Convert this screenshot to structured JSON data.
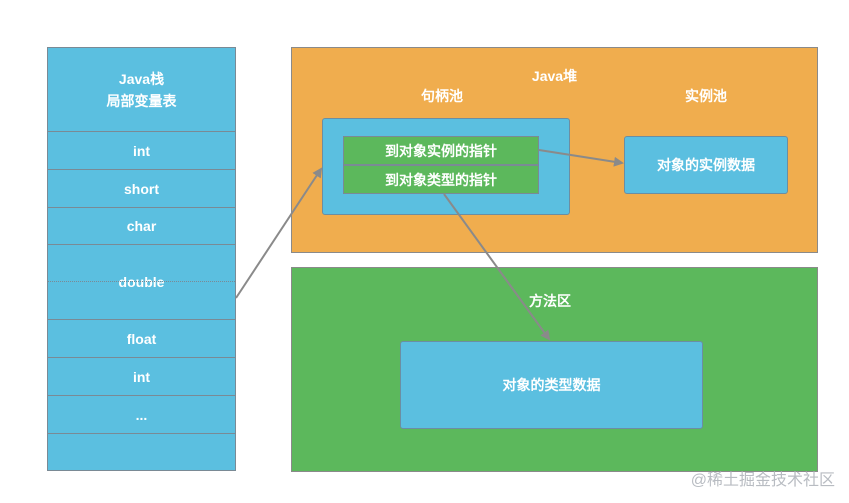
{
  "stack": {
    "title_line1": "Java栈",
    "title_line2": "局部变量表",
    "slots": [
      "int",
      "short",
      "char",
      "double",
      "float",
      "int",
      "..."
    ]
  },
  "heap": {
    "title": "Java堆",
    "handle_pool_label": "句柄池",
    "instance_pool_label": "实例池",
    "pointer_instance": "到对象实例的指针",
    "pointer_type": "到对象类型的指针",
    "instance_data": "对象的实例数据"
  },
  "method_area": {
    "title": "方法区",
    "type_data": "对象的类型数据"
  },
  "watermark": "@稀土掘金技术社区",
  "colors": {
    "blue": "#5bbfe0",
    "orange": "#f0ad4e",
    "green": "#5cb85c",
    "border": "#7a8a95",
    "arrow": "#8a8a8a"
  }
}
